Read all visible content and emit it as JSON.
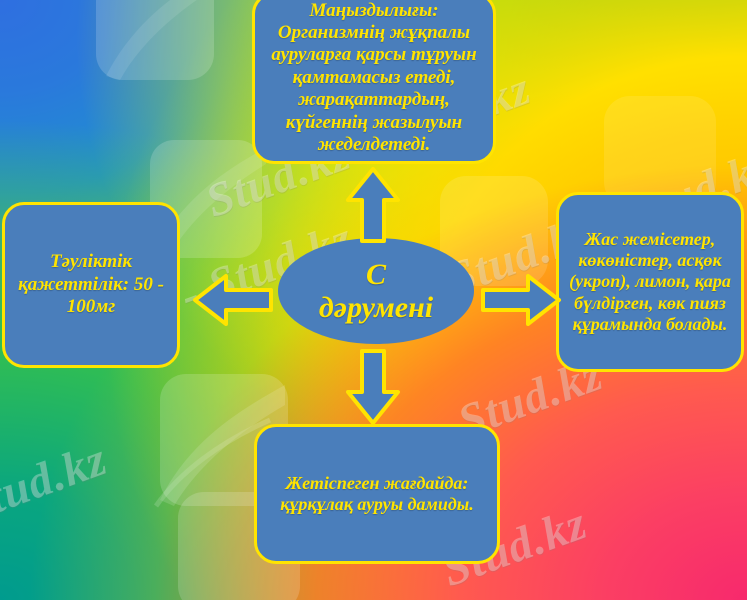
{
  "slide": {
    "title": "C дәрумені",
    "center": {
      "line1": "С",
      "line2": "дәрумені"
    },
    "nodes": {
      "top": "Маңыздылығы: Организмнің жұқпалы ауруларға қарсы тұруын қамтамасыз етеді, жарақаттардың, күйгеннің жазылуын жеделдетеді.",
      "left": "Тәуліктік қажеттілік: 50 - 100мг",
      "right": "Жас жемісетер, көкөністер, асқөк (укроп), лимон, қара бүлдірген, көк пияз құрамында болады.",
      "bottom": "Жетіспеген жағдайда: құрқұлақ ауруы дамиды."
    },
    "arrows": {
      "up": "arrow-up-icon",
      "down": "arrow-down-icon",
      "left": "arrow-left-icon",
      "right": "arrow-right-icon"
    },
    "watermark": "Stud.kz",
    "watermark_dash": "Stud.kz - Stud.kz",
    "colors": {
      "node_fill": "#4a7ebb",
      "node_border": "#ffe400",
      "node_text": "#ffe400",
      "arrow_fill": "#4a7ebb",
      "arrow_border": "#ffe400"
    }
  },
  "chart_data": {
    "type": "diagram",
    "title": "C дәрумені",
    "center_label": "С дәрумені",
    "nodes": [
      {
        "position": "top",
        "label": "Маңыздылығы: Организмнің жұқпалы ауруларға қарсы тұруын қамтамасыз етеді, жарақаттардың, күйгеннің жазылуын жеделдетеді."
      },
      {
        "position": "right",
        "label": "Жас жемісетер, көкөністер, асқөк (укроп), лимон, қара бүлдірген, көк пияз құрамында болады."
      },
      {
        "position": "bottom",
        "label": "Жетіспеген жағдайда: құрқұлақ ауруы дамиды."
      },
      {
        "position": "left",
        "label": "Тәуліктік қажеттілік: 50 - 100мг"
      }
    ],
    "edges": [
      {
        "from": "center",
        "to": "top",
        "style": "arrow"
      },
      {
        "from": "center",
        "to": "right",
        "style": "arrow"
      },
      {
        "from": "center",
        "to": "bottom",
        "style": "arrow"
      },
      {
        "from": "center",
        "to": "left",
        "style": "arrow"
      }
    ]
  }
}
